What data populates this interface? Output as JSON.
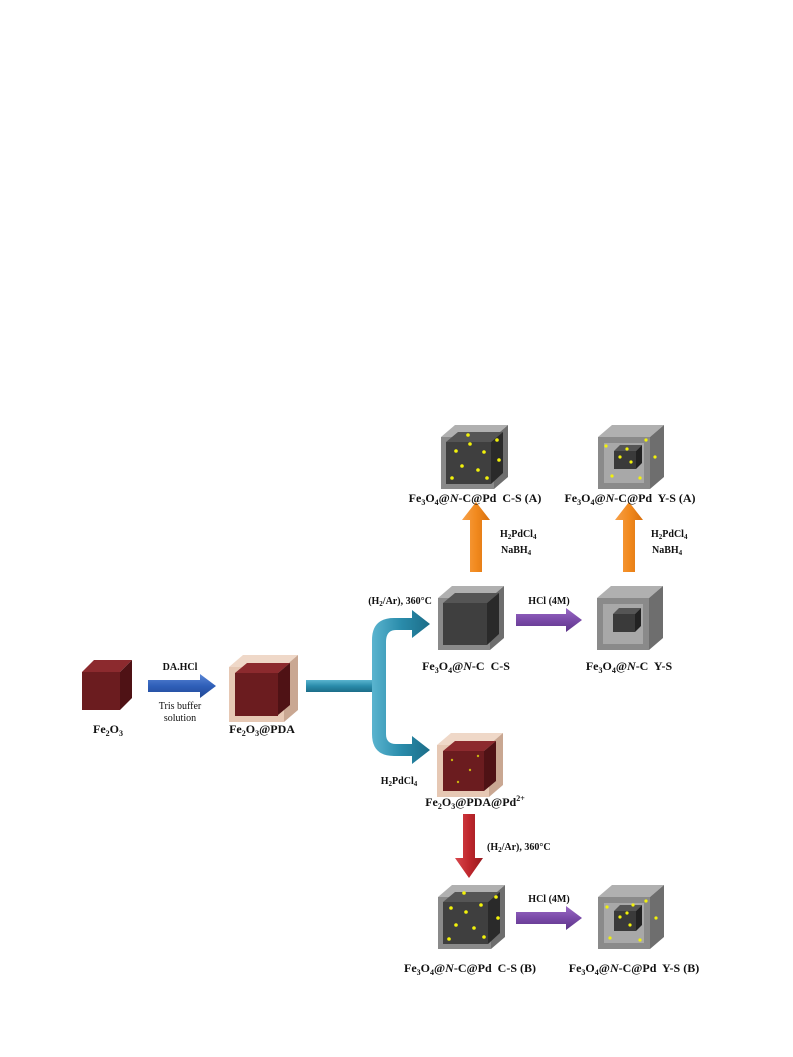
{
  "labels": {
    "fe2o3": [
      "Fe",
      "2",
      "O",
      "3",
      ""
    ],
    "fe2o3_pda": [
      "Fe",
      "2",
      "O",
      "3",
      "@PDA"
    ],
    "fe2o3_pda_pd": [
      "Fe",
      "2",
      "O",
      "3",
      "@PDA@Pd",
      "2+"
    ],
    "cs": [
      "Fe",
      "3",
      "O",
      "4",
      "@",
      "N",
      "-C  C-S"
    ],
    "ys": [
      "Fe",
      "3",
      "O",
      "4",
      "@",
      "N",
      "-C  Y-S"
    ],
    "cs_a": [
      "Fe",
      "3",
      "O",
      "4",
      "@",
      "N",
      "-C@Pd  C-S (A)"
    ],
    "ys_a": [
      "Fe",
      "3",
      "O",
      "4",
      "@",
      "N",
      "-C@Pd  Y-S (A)"
    ],
    "cs_b": [
      "Fe",
      "3",
      "O",
      "4",
      "@",
      "N",
      "-C@Pd  C-S (B)"
    ],
    "ys_b": [
      "Fe",
      "3",
      "O",
      "4",
      "@",
      "N",
      "-C@Pd  Y-S (B)"
    ]
  },
  "conditions": {
    "da_hcl": "DA.HCl",
    "tris_line1": "Tris buffer",
    "tris_line2": "solution",
    "h2ar_top": [
      "(H",
      "2",
      "/Ar), 360°C"
    ],
    "h2ar_bottom": [
      "(H",
      "2",
      "/Ar), 360°C"
    ],
    "h2pdcl4_branch": [
      "H",
      "2",
      "PdCl",
      "4"
    ],
    "h2pdcl4_a1": [
      "H",
      "2",
      "PdCl",
      "4"
    ],
    "nabh4_a1": [
      "NaBH",
      "4"
    ],
    "h2pdcl4_a2": [
      "H",
      "2",
      "PdCl",
      "4"
    ],
    "nabh4_a2": [
      "NaBH",
      "4"
    ],
    "hcl_top": "HCl (4M)",
    "hcl_bottom": "HCl (4M)"
  },
  "colors": {
    "blue_arrow": "#2f5fb8",
    "teal_arrow": "#2a8cab",
    "orange_arrow": "#f28a1e",
    "purple_arrow": "#7a4aa8",
    "red_arrow": "#c0272d",
    "fe2o3_core": "#6b1c1f",
    "pda_shell": "#e6c8b4",
    "carbon_shell": "#8a8a8a",
    "fe3o4_core": "#3a3a3a",
    "pd_dot": "#f2f20a"
  },
  "icons": [
    "fe2o3-cube-icon",
    "core-shell-cube-icon",
    "yolk-shell-cube-icon",
    "pd-nanoparticle-icon"
  ]
}
